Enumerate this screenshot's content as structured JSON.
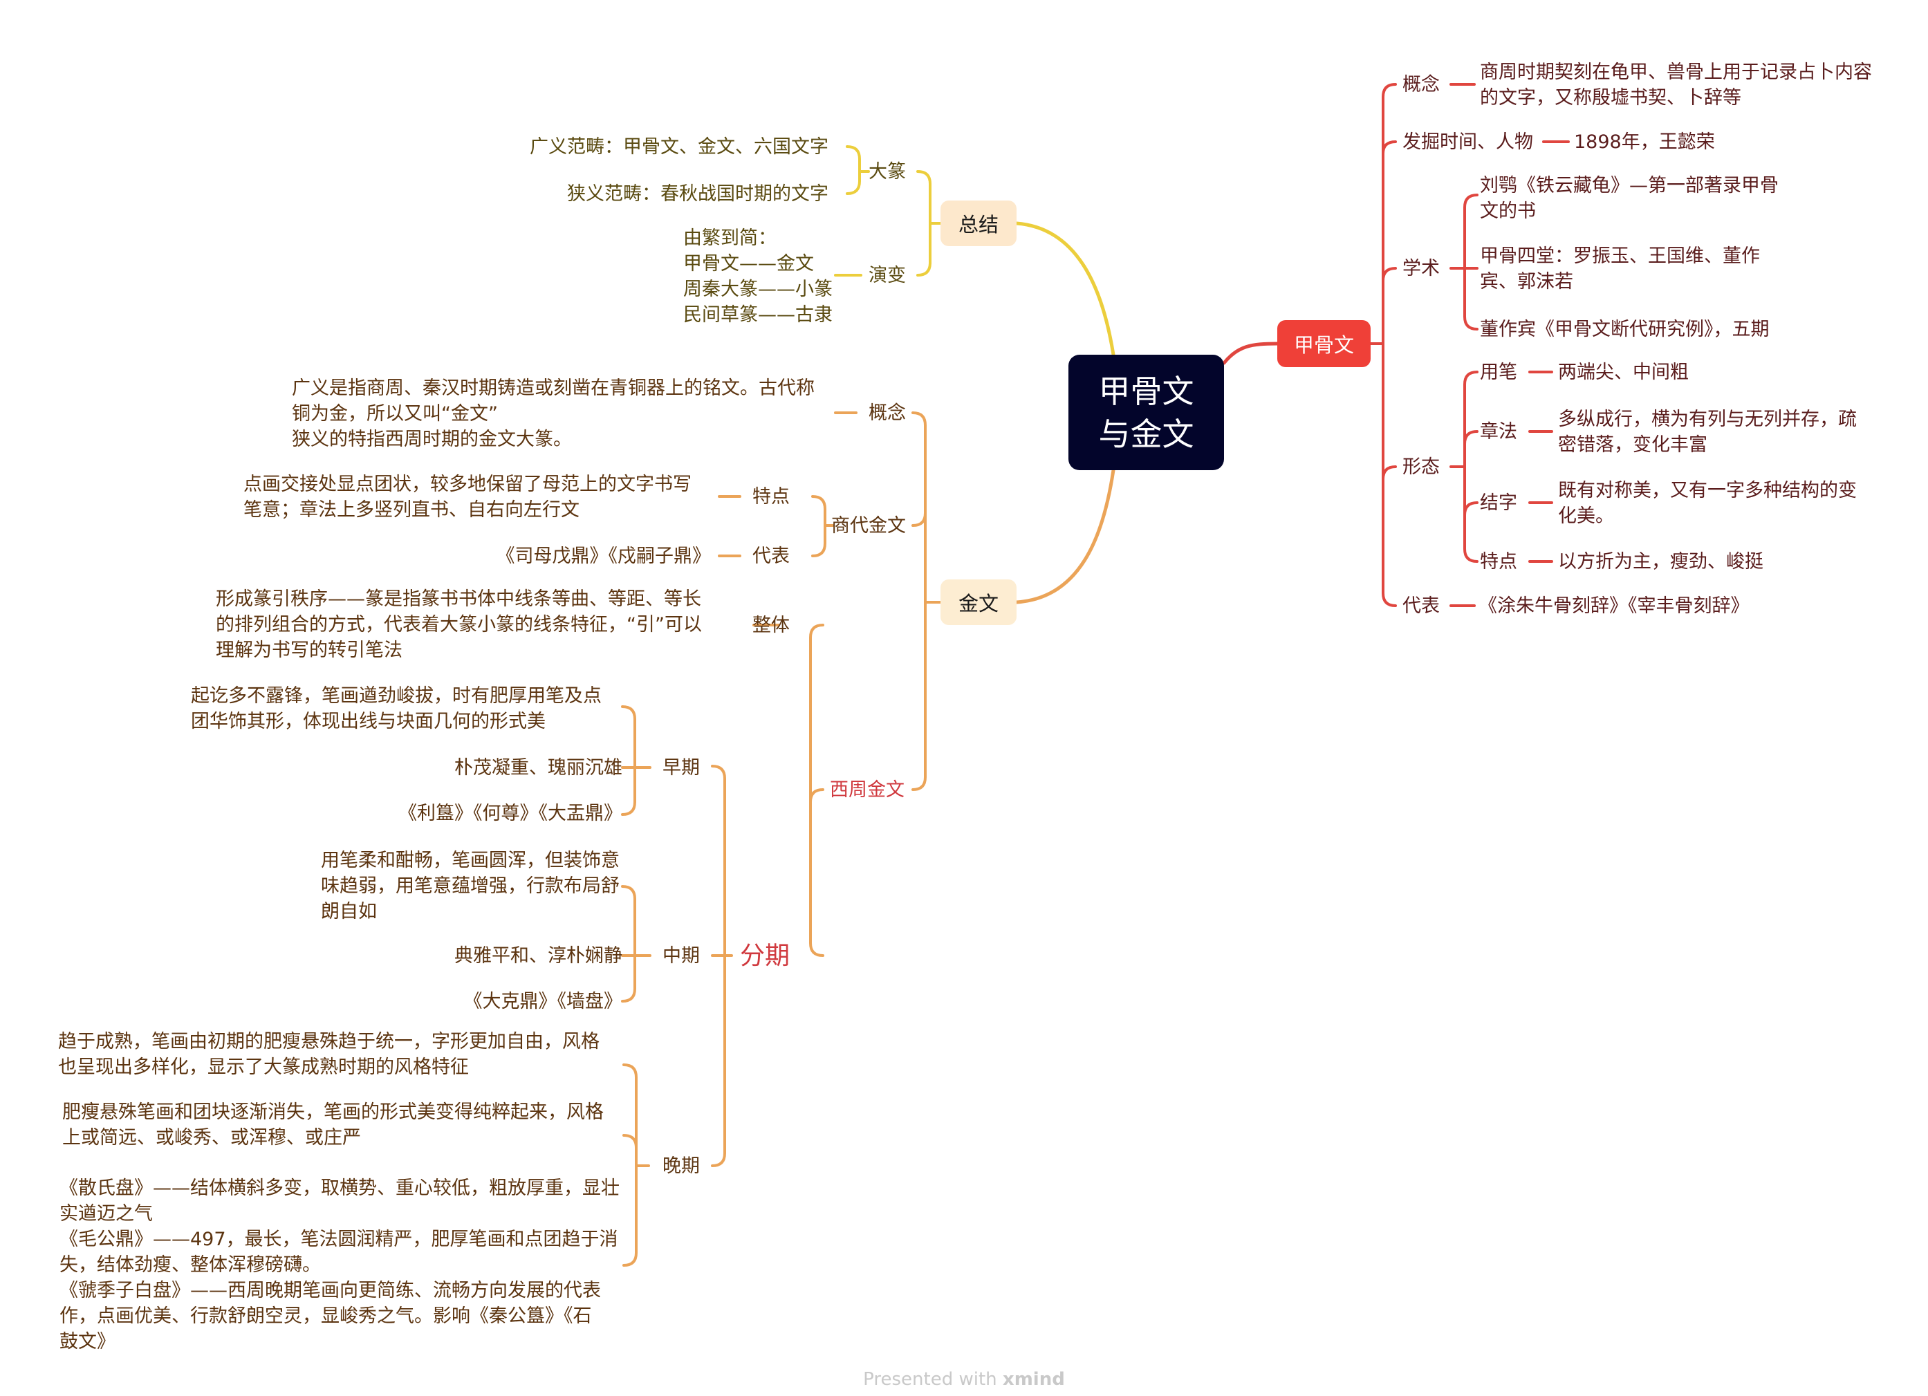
{
  "central": {
    "title_line1": "甲骨文",
    "title_line2": "与金文"
  },
  "colors": {
    "central_bg": "#03052b",
    "oracle_branch": "#e0463f",
    "summary_branch": "#ecce3c",
    "bronze_branch": "#eba458",
    "highlight_text": "#d0393e"
  },
  "oracle": {
    "label": "甲骨文",
    "concept": {
      "label": "概念",
      "value": "商周时期契刻在龟甲、兽骨上用于记录占卜内容\n的文字，又称殷墟书契、卜辞等"
    },
    "discovery": {
      "label": "发掘时间、人物",
      "value": "1898年，王懿荣"
    },
    "academic": {
      "label": "学术",
      "items": [
        "刘鹗《铁云藏龟》—第一部著录甲骨\n文的书",
        "甲骨四堂：罗振玉、王国维、董作\n宾、郭沫若",
        "董作宾《甲骨文断代研究例》，五期"
      ]
    },
    "form": {
      "label": "形态",
      "items": [
        {
          "label": "用笔",
          "value": "两端尖、中间粗"
        },
        {
          "label": "章法",
          "value": "多纵成行，横为有列与无列并存，疏\n密错落，变化丰富"
        },
        {
          "label": "结字",
          "value": "既有对称美，又有一字多种结构的变\n化美。"
        },
        {
          "label": "特点",
          "value": "以方折为主，瘦劲、峻挺"
        }
      ]
    },
    "representative": {
      "label": "代表",
      "value": "《涂朱牛骨刻辞》《宰丰骨刻辞》"
    }
  },
  "summary": {
    "label": "总结",
    "dazhuan": {
      "label": "大篆",
      "broad": "广义范畴：甲骨文、金文、六国文字",
      "narrow": "狭义范畴：春秋战国时期的文字"
    },
    "evolution": {
      "label": "演变",
      "value": "由繁到简：\n甲骨文——金文\n周秦大篆——小篆\n民间草篆——古隶"
    }
  },
  "bronze": {
    "label": "金文",
    "concept": {
      "label": "概念",
      "value": "广义是指商周、秦汉时期铸造或刻凿在青铜器上的铭文。古代称\n铜为金，所以又叫“金文”\n狭义的特指西周时期的金文大篆。"
    },
    "shang": {
      "label": "商代金文",
      "feature": {
        "label": "特点",
        "value": "点画交接处显点团状，较多地保留了母范上的文字书写\n笔意；章法上多竖列直书、自右向左行文"
      },
      "representative": {
        "label": "代表",
        "value": "《司母戊鼎》《戍嗣子鼎》"
      }
    },
    "western_zhou": {
      "label": "西周金文",
      "overall": {
        "label": "整体",
        "value": "形成篆引秩序——篆是指篆书书体中线条等曲、等距、等长\n的排列组合的方式，代表着大篆小篆的线条特征，“引”可以\n理解为书写的转引笔法"
      },
      "periods": {
        "label": "分期",
        "early": {
          "label": "早期",
          "items": [
            "起讫多不露锋，笔画遒劲峻拔，时有肥厚用笔及点\n团华饰其形，体现出线与块面几何的形式美",
            "朴茂凝重、瑰丽沉雄",
            "《利簋》《何尊》《大盂鼎》"
          ]
        },
        "middle": {
          "label": "中期",
          "items": [
            "用笔柔和酣畅，笔画圆浑，但装饰意\n味趋弱，用笔意蕴增强，行款布局舒\n朗自如",
            "典雅平和、淳朴娴静",
            "《大克鼎》《墙盘》"
          ]
        },
        "late": {
          "label": "晚期",
          "items": [
            "趋于成熟，笔画由初期的肥瘦悬殊趋于统一，字形更加自由，风格\n也呈现出多样化，显示了大篆成熟时期的风格特征",
            "肥瘦悬殊笔画和团块逐渐消失，笔画的形式美变得纯粹起来，风格\n上或简远、或峻秀、或浑穆、或庄严",
            "《散氏盘》——结体横斜多变，取横势、重心较低，粗放厚重，显壮\n实遒迈之气\n《毛公鼎》——497，最长，笔法圆润精严，肥厚笔画和点团趋于消\n失，结体劲瘦、整体浑穆磅礴。\n《虢季子白盘》——西周晚期笔画向更简练、流畅方向发展的代表\n作，点画优美、行款舒朗空灵，显峻秀之气。影响《秦公簋》《石\n鼓文》"
          ]
        }
      }
    }
  },
  "footer": {
    "prefix": "Presented with ",
    "brand": "xmind"
  }
}
